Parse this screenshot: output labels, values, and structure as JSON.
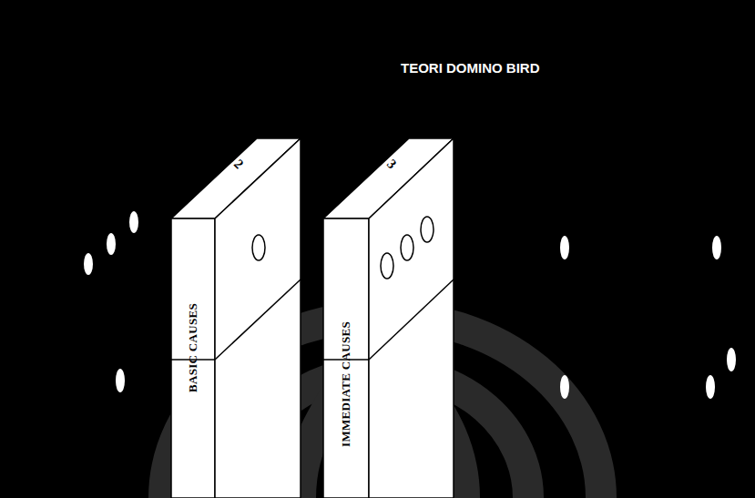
{
  "diagram": {
    "title": "TEORI DOMINO BIRD",
    "nodes": [
      {
        "text": [
          "2",
          "BASIC CAUSES"
        ]
      },
      {
        "text": [
          "3",
          "IMMEDIATE CAUSES"
        ]
      }
    ]
  }
}
